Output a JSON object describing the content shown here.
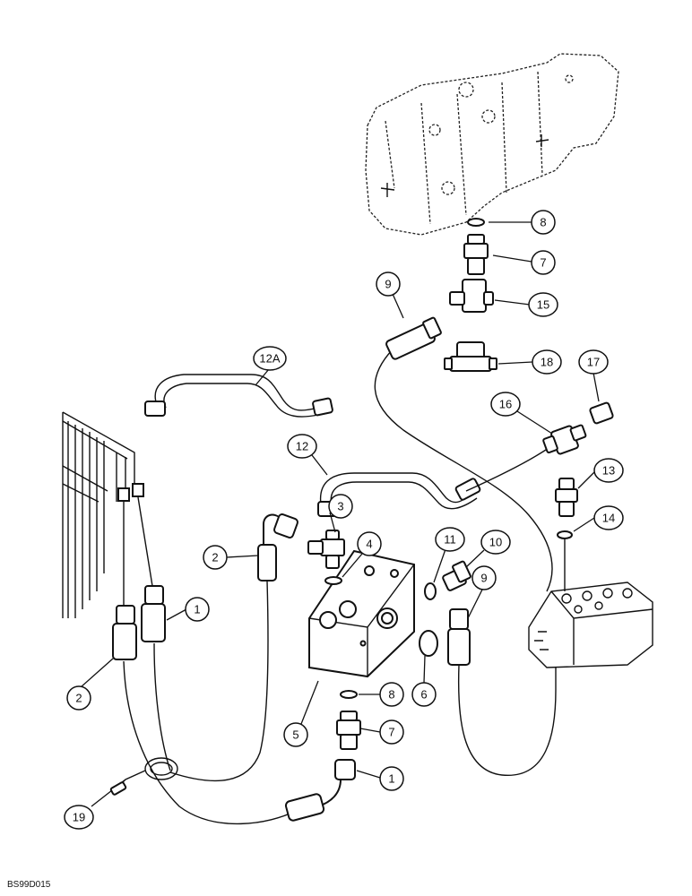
{
  "drawing_code": "BS99D015",
  "callouts": [
    {
      "id": "c8a",
      "text": "8"
    },
    {
      "id": "c7a",
      "text": "7"
    },
    {
      "id": "c9a",
      "text": "9"
    },
    {
      "id": "c15",
      "text": "15"
    },
    {
      "id": "c18",
      "text": "18"
    },
    {
      "id": "c17",
      "text": "17"
    },
    {
      "id": "c12a",
      "text": "12A"
    },
    {
      "id": "c16",
      "text": "16"
    },
    {
      "id": "c12",
      "text": "12"
    },
    {
      "id": "c13",
      "text": "13"
    },
    {
      "id": "c3",
      "text": "3"
    },
    {
      "id": "c14",
      "text": "14"
    },
    {
      "id": "c2a",
      "text": "2"
    },
    {
      "id": "c4",
      "text": "4"
    },
    {
      "id": "c11",
      "text": "11"
    },
    {
      "id": "c10",
      "text": "10"
    },
    {
      "id": "c9b",
      "text": "9"
    },
    {
      "id": "c1a",
      "text": "1"
    },
    {
      "id": "c2b",
      "text": "2"
    },
    {
      "id": "c6",
      "text": "6"
    },
    {
      "id": "c8b",
      "text": "8"
    },
    {
      "id": "c5",
      "text": "5"
    },
    {
      "id": "c7b",
      "text": "7"
    },
    {
      "id": "c1b",
      "text": "1"
    },
    {
      "id": "c19",
      "text": "19"
    }
  ]
}
